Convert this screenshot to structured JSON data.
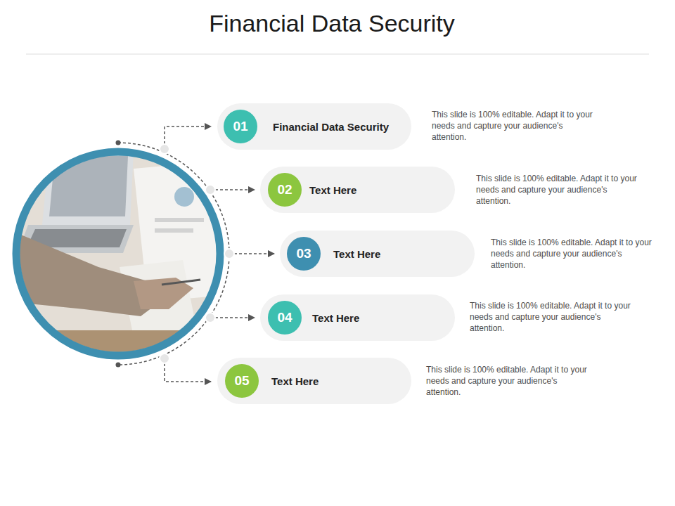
{
  "diagram": {
    "title": "Financial Data Security",
    "nodes": [
      {
        "text": [
          "Financial Data Security"
        ]
      },
      {
        "text": [
          "01"
        ],
        "in": 0
      },
      {
        "text": [
          "Text Here"
        ]
      },
      {
        "text": [
          "02"
        ],
        "in": 2
      },
      {
        "text": [
          "Text Here"
        ]
      },
      {
        "text": [
          "03"
        ],
        "in": 4
      },
      {
        "text": [
          "Text Here"
        ]
      },
      {
        "text": [
          "04"
        ],
        "in": 6
      },
      {
        "text": [
          "Text Here"
        ]
      },
      {
        "text": [
          "05"
        ],
        "in": 8
      }
    ],
    "labels": [
      "This slide is 100% editable. Adapt it to your needs and capture your audience's attention.",
      "This slide is 100% editable. Adapt it to your needs and capture your audience's attention.",
      "This slide is 100% editable. Adapt it to your needs and capture your audience's attention.",
      "This slide is 100% editable. Adapt it to your needs and capture your audience's attention.",
      "This slide is 100% editable. Adapt it to your needs and capture your audience's attention."
    ]
  }
}
